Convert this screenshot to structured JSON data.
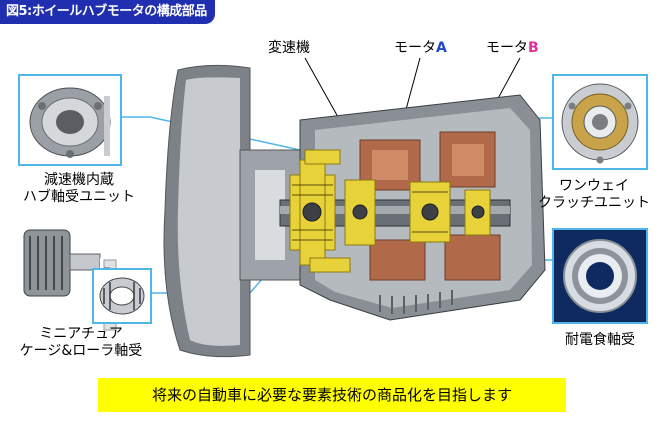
{
  "figure_title": "図5:ホイールハブモータの構成部品",
  "labels": {
    "transmission": "変速機",
    "motor_a_prefix": "モータ",
    "motor_a_letter": "A",
    "motor_b_prefix": "モータ",
    "motor_b_letter": "B",
    "reducer_hub_line1": "減速機内蔵",
    "reducer_hub_line2": "ハブ軸受ユニット",
    "one_way_line1": "ワンウェイ",
    "one_way_line2": "クラッチユニット",
    "miniature_line1": "ミニアチュア",
    "miniature_line2": "ケージ&ローラ軸受",
    "insulated_bearing": "耐電食軸受"
  },
  "slogan": "将来の自動車に必要な要素技術の商品化を目指します",
  "colors": {
    "title_bg": "#1f2fb0",
    "leader_line": "#4eb6e8",
    "motor_a": "#1d48c8",
    "motor_b": "#e0309a",
    "slogan_bg": "#ffff00",
    "gear_yellow": "#e8d23a",
    "copper": "#b06a4a"
  }
}
